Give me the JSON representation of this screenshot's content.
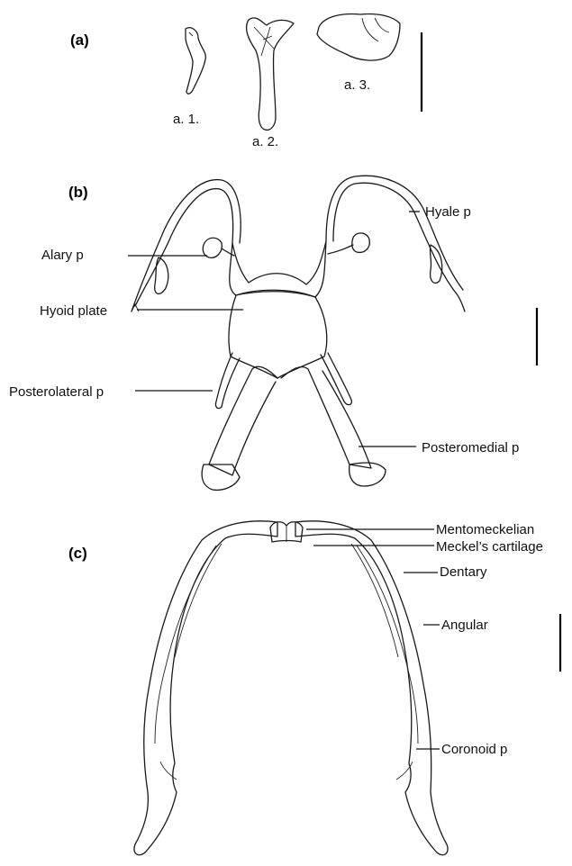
{
  "panels": {
    "a": "(a)",
    "b": "(b)",
    "c": "(c)"
  },
  "panel_a": {
    "elements": [
      "a. 1.",
      "a. 2.",
      "a. 3."
    ]
  },
  "panel_b": {
    "labels": {
      "hyale": "Hyale p",
      "alary": "Alary p",
      "hyoid_plate": "Hyoid plate",
      "posterolateral": "Posterolateral p",
      "posteromedial": "Posteromedial p"
    }
  },
  "panel_c": {
    "labels": {
      "mentomeckelian": "Mentomeckelian",
      "meckels_cartilage": "Meckel’s cartilage",
      "dentary": "Dentary",
      "angular": "Angular",
      "coronoid": "Coronoid p"
    }
  },
  "colors": {
    "ink": "#1a1a1a",
    "background": "#ffffff"
  }
}
